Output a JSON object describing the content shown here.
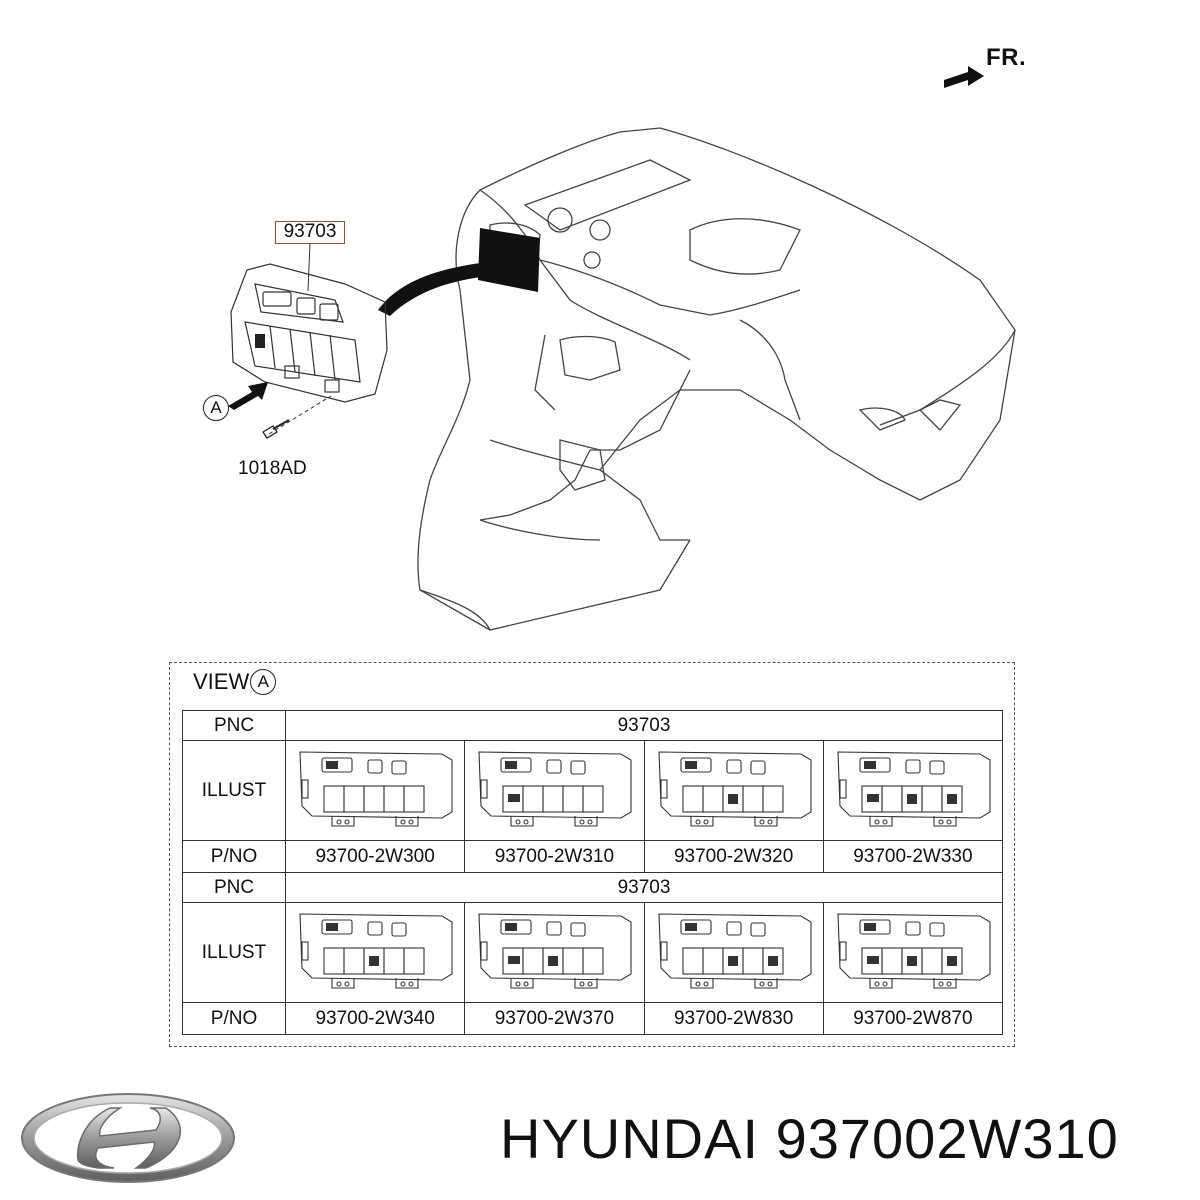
{
  "header": {
    "front_marker": "FR."
  },
  "main_diagram": {
    "callout_part": "93703",
    "screw_part": "1018AD",
    "view_marker": "A"
  },
  "view_table": {
    "title": "VIEW",
    "title_marker": "A",
    "row_labels": {
      "pnc": "PNC",
      "illust": "ILLUST",
      "pno": "P/NO"
    },
    "groups": [
      {
        "pnc": "93703",
        "part_numbers": [
          "93700-2W300",
          "93700-2W310",
          "93700-2W320",
          "93700-2W330"
        ]
      },
      {
        "pnc": "93703",
        "part_numbers": [
          "93700-2W340",
          "93700-2W370",
          "93700-2W830",
          "93700-2W870"
        ]
      }
    ]
  },
  "footer": {
    "brand": "HYUNDAI",
    "part_number": "937002W310"
  },
  "colors": {
    "callout_border": "#c0392b",
    "line": "#333333",
    "logo_silver": "#9a9a9a"
  }
}
